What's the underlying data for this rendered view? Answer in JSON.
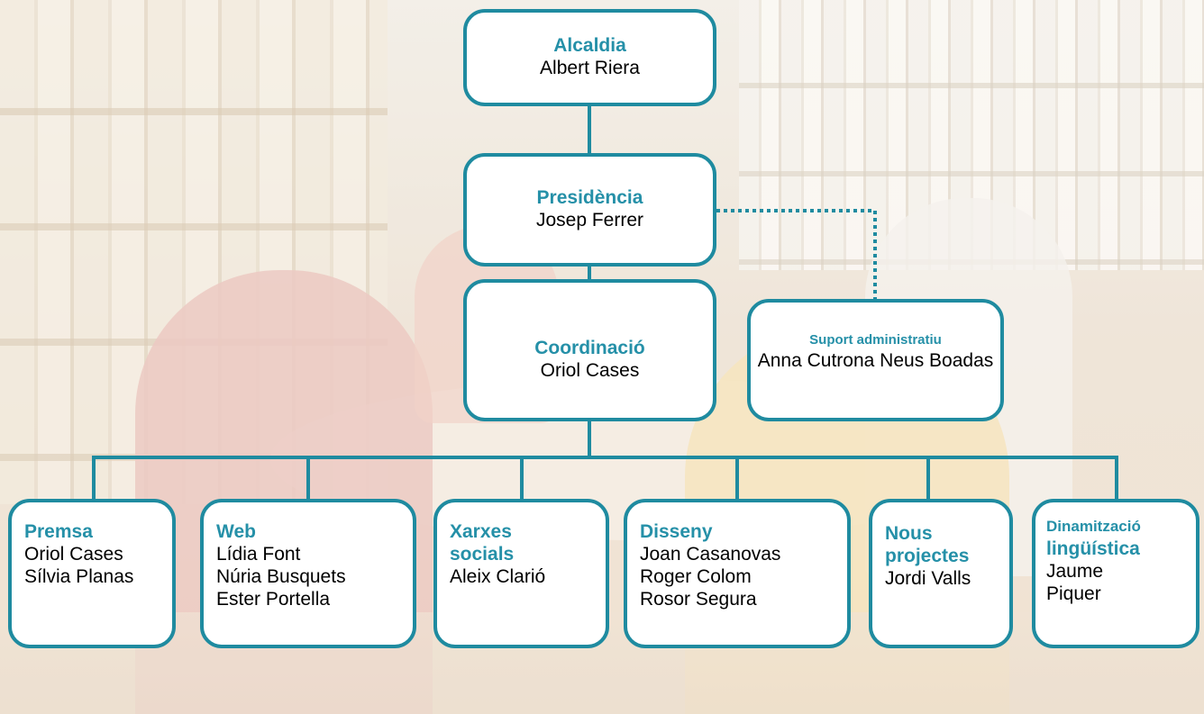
{
  "nodes": {
    "alcaldia": {
      "title": "Alcaldia",
      "names": [
        "Albert Riera"
      ]
    },
    "presidencia": {
      "title": "Presidència",
      "names": [
        "Josep Ferrer"
      ]
    },
    "coordinacio": {
      "title": "Coordinació",
      "names": [
        "Oriol Cases"
      ]
    },
    "suport": {
      "title": "Suport administratiu",
      "names": [
        "Anna Cutrona",
        "Neus Boadas"
      ]
    },
    "premsa": {
      "title": "Premsa",
      "names": [
        "Oriol Cases",
        "Sílvia Planas"
      ]
    },
    "web": {
      "title": "Web",
      "names": [
        "Lídia Font",
        "Núria Busquets",
        "Ester Portella"
      ]
    },
    "xarxes": {
      "title": [
        "Xarxes",
        "socials"
      ],
      "names": [
        "Aleix Clarió"
      ]
    },
    "disseny": {
      "title": "Disseny",
      "names": [
        "Joan Casanovas",
        "Roger Colom",
        "Rosor Segura"
      ]
    },
    "nous": {
      "title": [
        "Nous",
        "projectes"
      ],
      "names": [
        "Jordi Valls"
      ]
    },
    "dinamitzacio": {
      "title": [
        "Dinamització",
        "lingüística"
      ],
      "names": [
        "Jaume",
        "Piquer"
      ]
    }
  },
  "edges": [
    {
      "from": "alcaldia",
      "to": "presidencia",
      "style": "solid"
    },
    {
      "from": "presidencia",
      "to": "coordinacio",
      "style": "solid"
    },
    {
      "from": "presidencia",
      "to": "suport",
      "style": "dotted"
    },
    {
      "from": "coordinacio",
      "to": "premsa",
      "style": "solid"
    },
    {
      "from": "coordinacio",
      "to": "web",
      "style": "solid"
    },
    {
      "from": "coordinacio",
      "to": "xarxes",
      "style": "solid"
    },
    {
      "from": "coordinacio",
      "to": "disseny",
      "style": "solid"
    },
    {
      "from": "coordinacio",
      "to": "nous",
      "style": "solid"
    },
    {
      "from": "coordinacio",
      "to": "dinamitzacio",
      "style": "solid"
    }
  ],
  "colors": {
    "accent": "#1f8ba0",
    "title": "#2590a8",
    "box_fill": "#ffffff"
  }
}
